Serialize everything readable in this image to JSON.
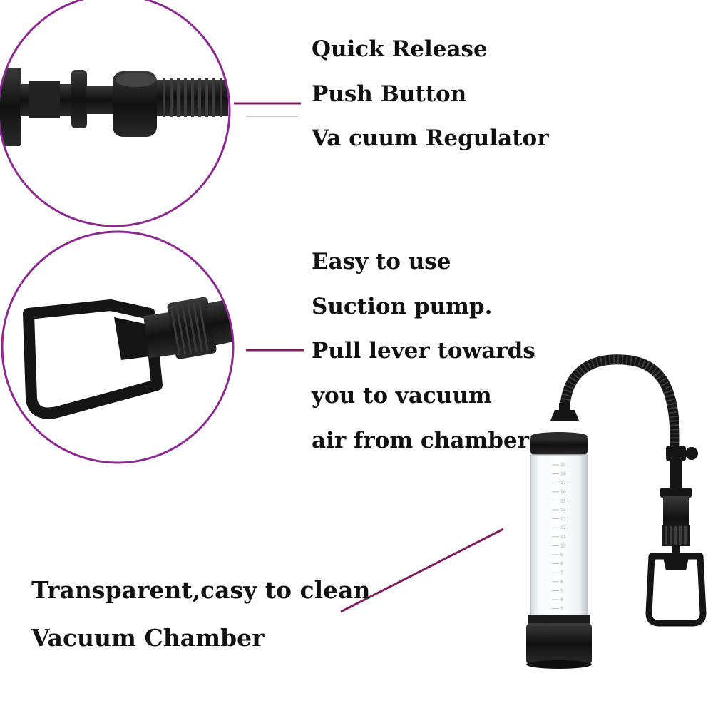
{
  "detail_top": {
    "icon": "quick-release-valve",
    "lines": [
      "Quick Release",
      "Push Button",
      "Va cuum Regulator"
    ]
  },
  "detail_middle": {
    "icon": "pump-handle",
    "lines": [
      "Easy to use",
      "Suction pump.",
      "Pull lever towards",
      "you to vacuum",
      "air from chamber"
    ]
  },
  "chamber_callout": {
    "lines": [
      "Transparent,casy to clean",
      "Vacuum Chamber"
    ]
  },
  "product": {
    "icon": "vacuum-pump",
    "scale_marks": [
      "19",
      "18",
      "17",
      "16",
      "15",
      "14",
      "13",
      "12",
      "11",
      "10",
      "9",
      "8",
      "7",
      "6",
      "5",
      "4",
      "3"
    ]
  },
  "colors": {
    "circle_border": "#8a2a8f",
    "leader_line": "#7a1f5c",
    "text": "#111111",
    "product_black": "#141414"
  }
}
